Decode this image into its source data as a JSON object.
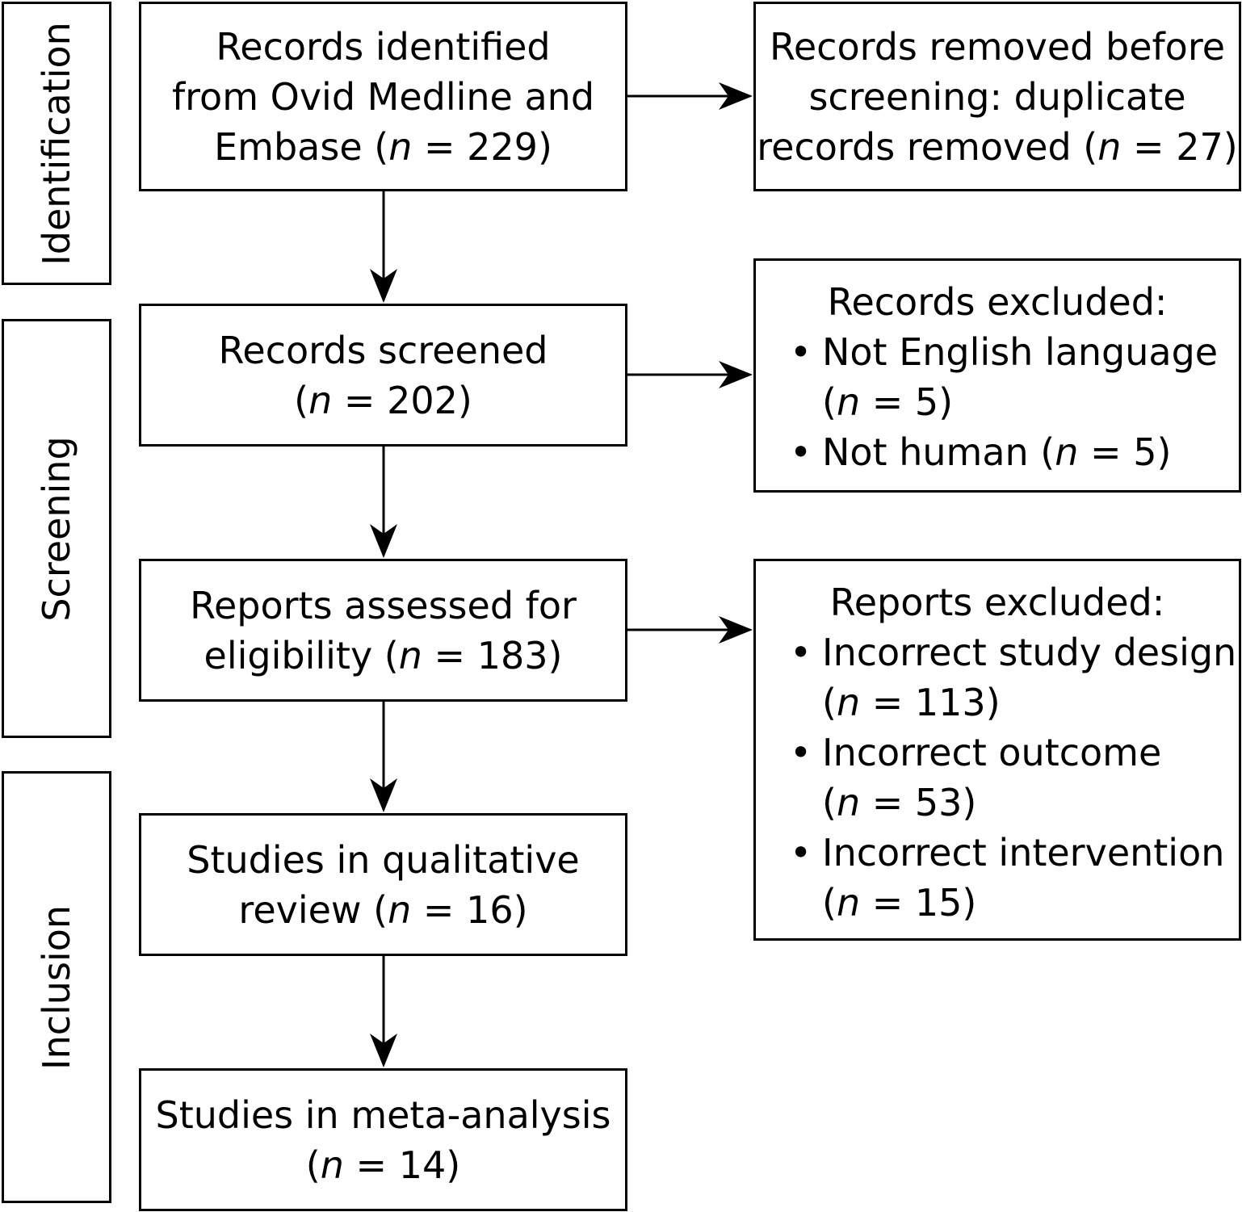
{
  "stages": {
    "identification": "Identification",
    "screening": "Screening",
    "inclusion": "Inclusion"
  },
  "flow": {
    "identified": {
      "line1": "Records identified",
      "line2": "from Ovid Medline and",
      "line3_pre": "Embase (",
      "n_symbol": "n",
      "line3_post": " = 229)"
    },
    "screened": {
      "line1": "Records screened",
      "line2_pre": "(",
      "n_symbol": "n",
      "line2_post": " = 202)"
    },
    "assessed": {
      "line1": "Reports assessed for",
      "line2_pre": "eligibility (",
      "n_symbol": "n",
      "line2_post": " = 183)"
    },
    "qualitative": {
      "line1": "Studies in qualitative",
      "line2_pre": "review (",
      "n_symbol": "n",
      "line2_post": " = 16)"
    },
    "meta": {
      "line1": "Studies in meta-analysis",
      "line2_pre": "(",
      "n_symbol": "n",
      "line2_post": " = 14)"
    }
  },
  "side": {
    "duplicates": {
      "line1": "Records removed before",
      "line2": "screening: duplicate",
      "line3_pre": "records removed (",
      "n_symbol": "n",
      "line3_post": " = 27)"
    },
    "records_excluded": {
      "title": "Records excluded:",
      "bullet": "•",
      "items": [
        {
          "line1": "Not English language",
          "line2_pre": "(",
          "n_symbol": "n",
          "line2_post": " = 5)"
        },
        {
          "line1_pre": "Not human (",
          "n_symbol": "n",
          "line1_post": " = 5)"
        }
      ]
    },
    "reports_excluded": {
      "title": "Reports excluded:",
      "bullet": "•",
      "items": [
        {
          "line1": "Incorrect study design",
          "line2_pre": "(",
          "n_symbol": "n",
          "line2_post": " = 113)"
        },
        {
          "line1": "Incorrect outcome",
          "line2_pre": "(",
          "n_symbol": "n",
          "line2_post": " = 53)"
        },
        {
          "line1": "Incorrect intervention",
          "line2_pre": "(",
          "n_symbol": "n",
          "line2_post": " = 15)"
        }
      ]
    }
  }
}
